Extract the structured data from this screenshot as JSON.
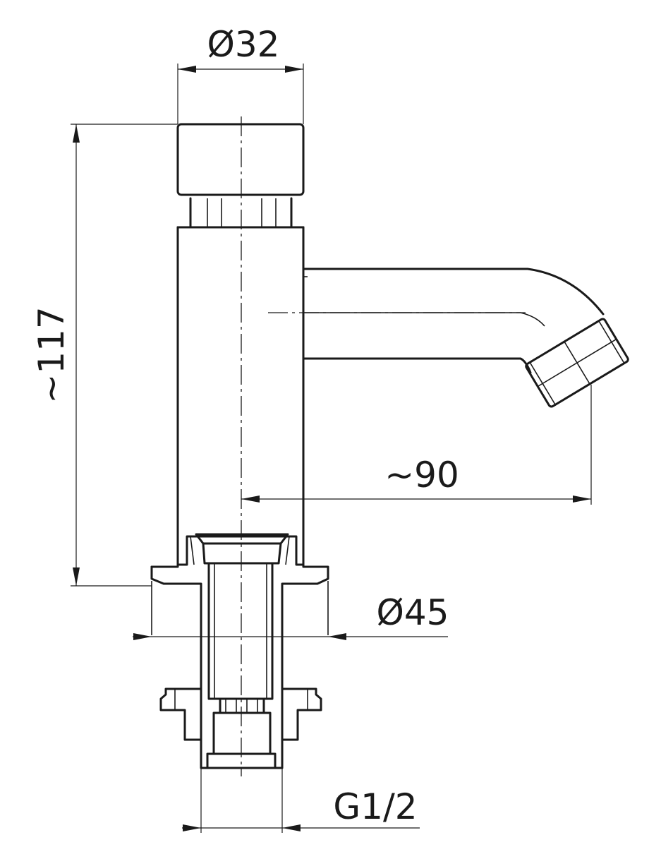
{
  "dimensions": {
    "head_diameter": "Ø32",
    "height": "~117",
    "spout_reach": "~90",
    "base_diameter": "Ø45",
    "thread": "G1/2"
  },
  "colors": {
    "line": "#1a1a1a",
    "background": "#ffffff"
  }
}
